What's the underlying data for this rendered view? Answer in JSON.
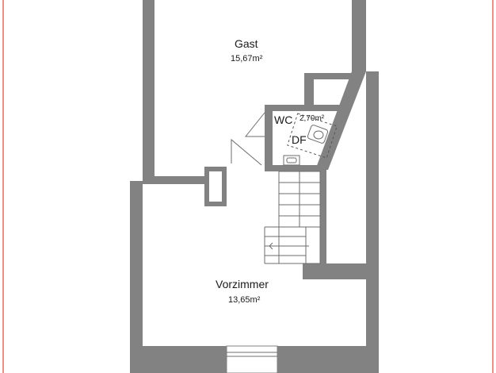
{
  "rooms": {
    "gast": {
      "name": "Gast",
      "area": "15,67m²"
    },
    "vorzimmer": {
      "name": "Vorzimmer",
      "area": "13,65m²"
    },
    "wc": {
      "name": "WC",
      "area": "2,70m²"
    }
  },
  "markers": {
    "dachfenster": "DF"
  },
  "colors": {
    "wall": "#828282",
    "frame": "#d64a3c",
    "line": "#6e6e6e",
    "dash": "#555555"
  }
}
